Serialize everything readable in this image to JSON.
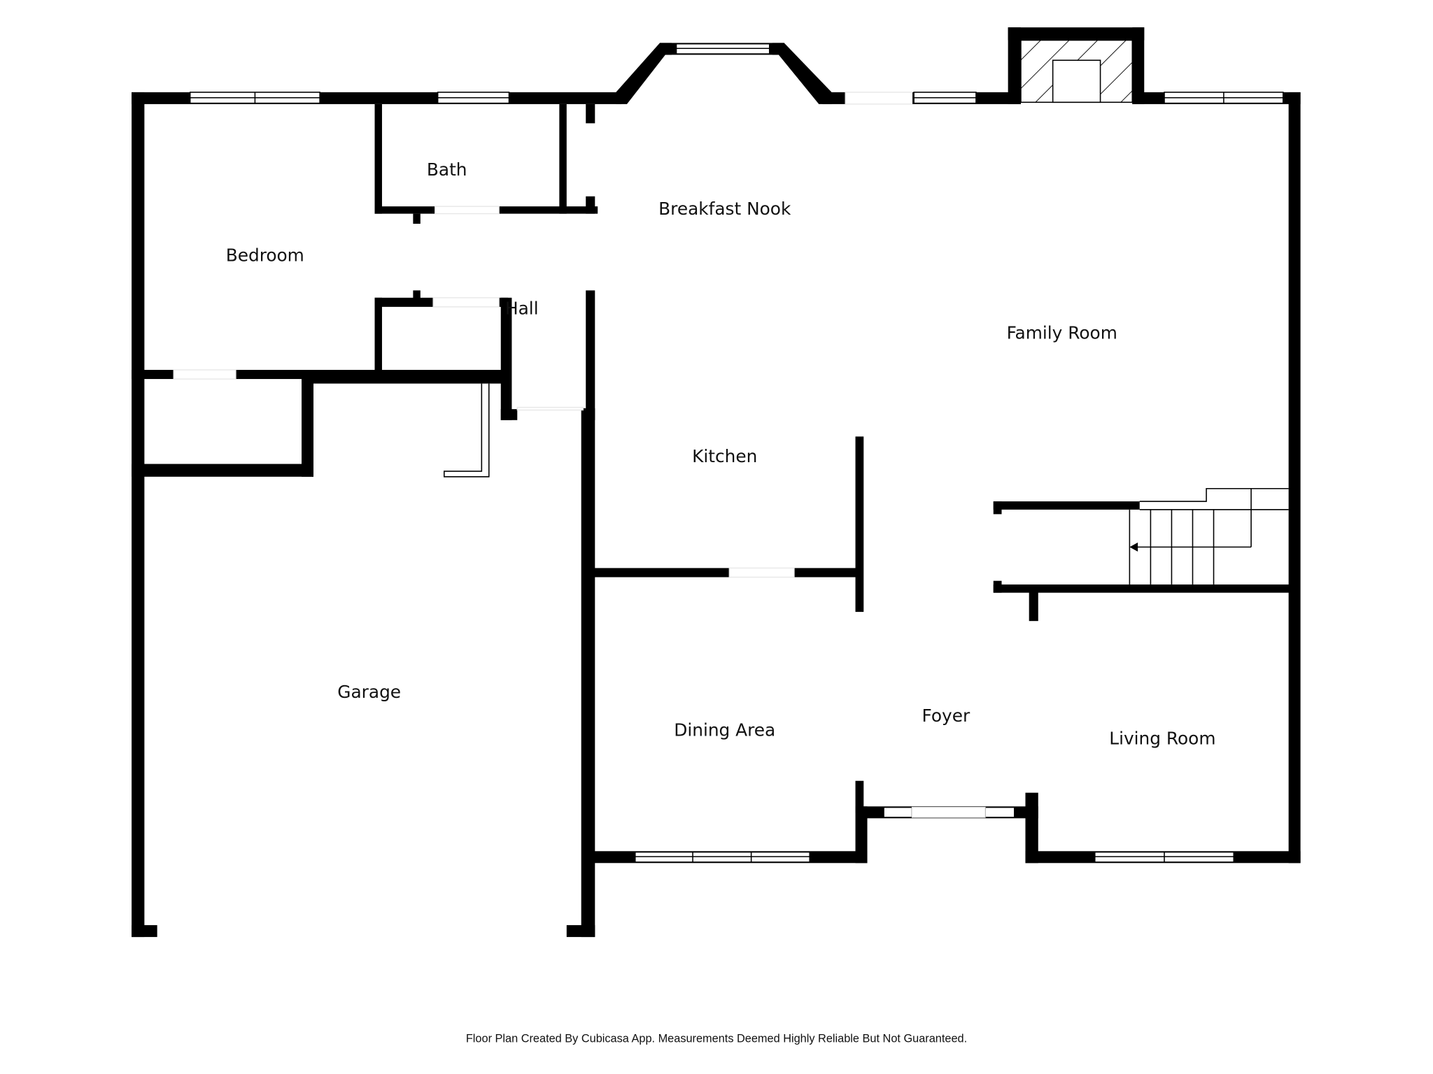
{
  "rooms": {
    "bath": "Bath",
    "breakfast_nook": "Breakfast Nook",
    "bedroom": "Bedroom",
    "hall": "Hall",
    "family_room": "Family Room",
    "kitchen": "Kitchen",
    "garage": "Garage",
    "dining_area": "Dining Area",
    "foyer": "Foyer",
    "living_room": "Living Room"
  },
  "footer": "Floor Plan Created By Cubicasa App. Measurements Deemed Highly Reliable But Not Guaranteed.",
  "colors": {
    "wall": "#000000",
    "background": "#ffffff"
  }
}
